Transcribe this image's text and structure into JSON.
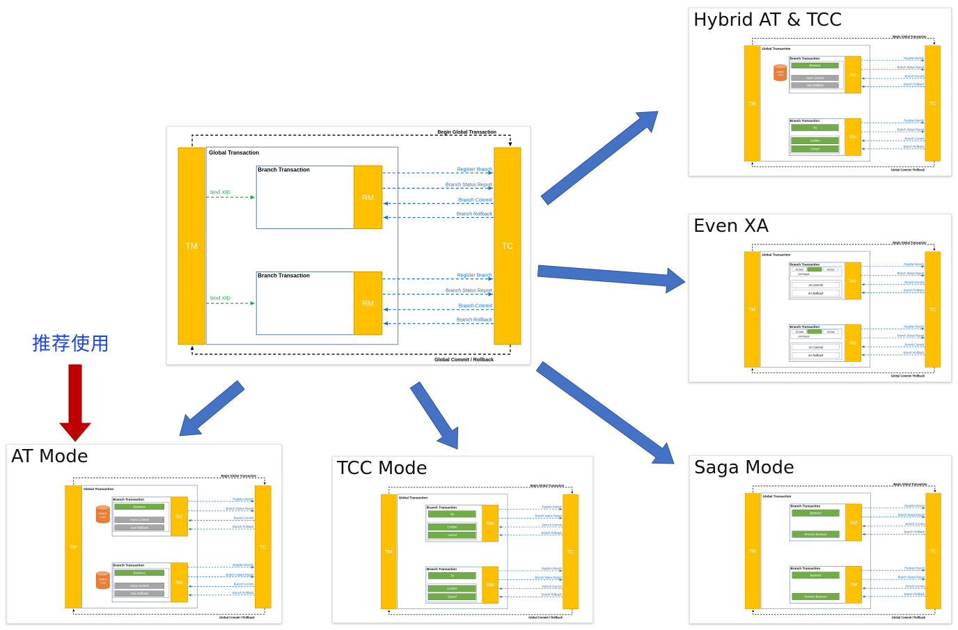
{
  "labels": {
    "tm": "TM",
    "tc": "TC",
    "rm": "RM",
    "global_transaction": "Global Transaction",
    "branch_transaction": "Branch Transaction",
    "begin_global": "Begin Global Transaction",
    "global_commit": "Global Commit / Rollback",
    "bind_xid": "bind XID",
    "undo_log": "UNDO LOG",
    "messages": [
      "Register Branch",
      "Branch Status Report",
      "Branch Commit",
      "Branch Rollback"
    ]
  },
  "recommend_text": "推荐使用",
  "colors": {
    "pillar": "#ffc000",
    "pillar_border": "#d39e00",
    "message": "#1f6fc5",
    "bind_xid": "#22aa44",
    "green_op": "#70ad47",
    "gray_op": "#a6a6a6",
    "undo_log": "#ed7d31",
    "flow_arrow": "#4472c4",
    "recommend_arrow": "#c00000",
    "recommend_text": "#1a44f0"
  },
  "panels": [
    {
      "id": "main",
      "title": "",
      "variant": "main"
    },
    {
      "id": "hybrid",
      "title": "Hybrid AT & TCC",
      "variant": "hybrid"
    },
    {
      "id": "xa",
      "title": "Even XA",
      "variant": "xa"
    },
    {
      "id": "at",
      "title": "AT Mode",
      "variant": "at"
    },
    {
      "id": "tcc",
      "title": "TCC Mode",
      "variant": "tcc"
    },
    {
      "id": "saga",
      "title": "Saga Mode",
      "variant": "saga"
    }
  ],
  "ops": {
    "at": [
      "Business",
      "Async Commit",
      "Auto Rollback"
    ],
    "tcc": [
      "Try",
      "Confirm",
      "Cancel"
    ],
    "saga": [
      "Business",
      "Reverse Business"
    ],
    "xa_top": [
      "XA Start",
      "XA End",
      "XA Prepare"
    ],
    "xa_bottom": [
      "XA Commit",
      "XA Rollback"
    ]
  },
  "flow_arrows": [
    {
      "from": "main",
      "to": "hybrid",
      "kind": "flow"
    },
    {
      "from": "main",
      "to": "xa",
      "kind": "flow"
    },
    {
      "from": "main",
      "to": "at",
      "kind": "flow"
    },
    {
      "from": "main",
      "to": "tcc",
      "kind": "flow"
    },
    {
      "from": "main",
      "to": "saga",
      "kind": "flow"
    },
    {
      "from": "recommend_text",
      "to": "at",
      "kind": "recommend"
    }
  ]
}
